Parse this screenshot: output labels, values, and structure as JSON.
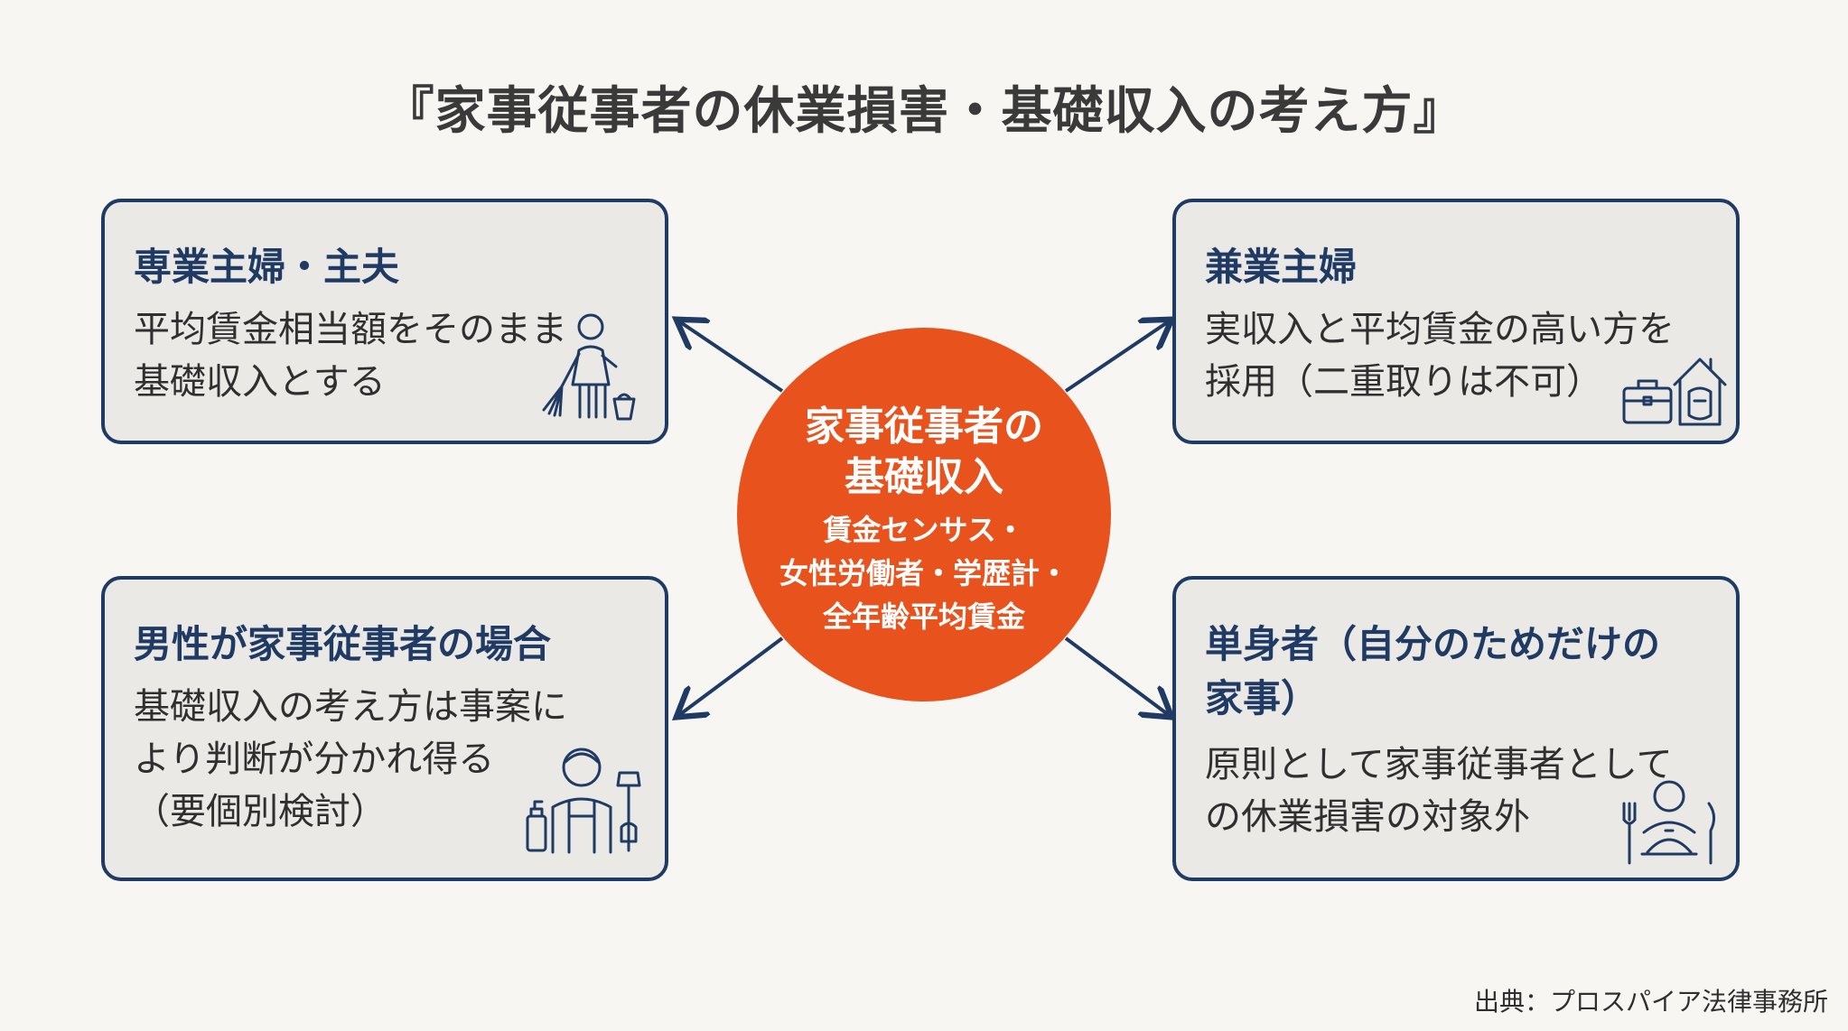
{
  "title": "『家事従事者の休業損害・基礎収入の考え方』",
  "center": {
    "title_lines": [
      "家事従事者の",
      "基礎収入"
    ],
    "sub_lines": [
      "賃金センサス・",
      "女性労働者・学歴計・",
      "全年齢平均賃金"
    ]
  },
  "boxes": {
    "top_left": {
      "title": "専業主婦・主夫",
      "body": [
        "平均賃金相当額をそのまま",
        "基礎収入とする"
      ],
      "icon": "housewife-cleaning-icon"
    },
    "top_right": {
      "title": "兼業主婦",
      "body": [
        "実収入と平均賃金の高い方を",
        "採用（二重取りは不可）"
      ],
      "icon": "briefcase-house-icon"
    },
    "bottom_left": {
      "title": "男性が家事従事者の場合",
      "body": [
        "基礎収入の考え方は事案に",
        "より判断が分かれ得る",
        "（要個別検討）"
      ],
      "icon": "man-cleaning-icon"
    },
    "bottom_right": {
      "title_lines": [
        "単身者（自分のためだけの",
        "家事）"
      ],
      "body": [
        "原則として家事従事者として",
        "の休業損害の対象外"
      ],
      "icon": "person-meal-icon"
    }
  },
  "source": "出典：プロスパイア法律事務所",
  "colors": {
    "accent": "#e8521c",
    "navy": "#1f3a63",
    "box_bg": "#ebe9e6",
    "page_bg": "#f7f6f3"
  }
}
